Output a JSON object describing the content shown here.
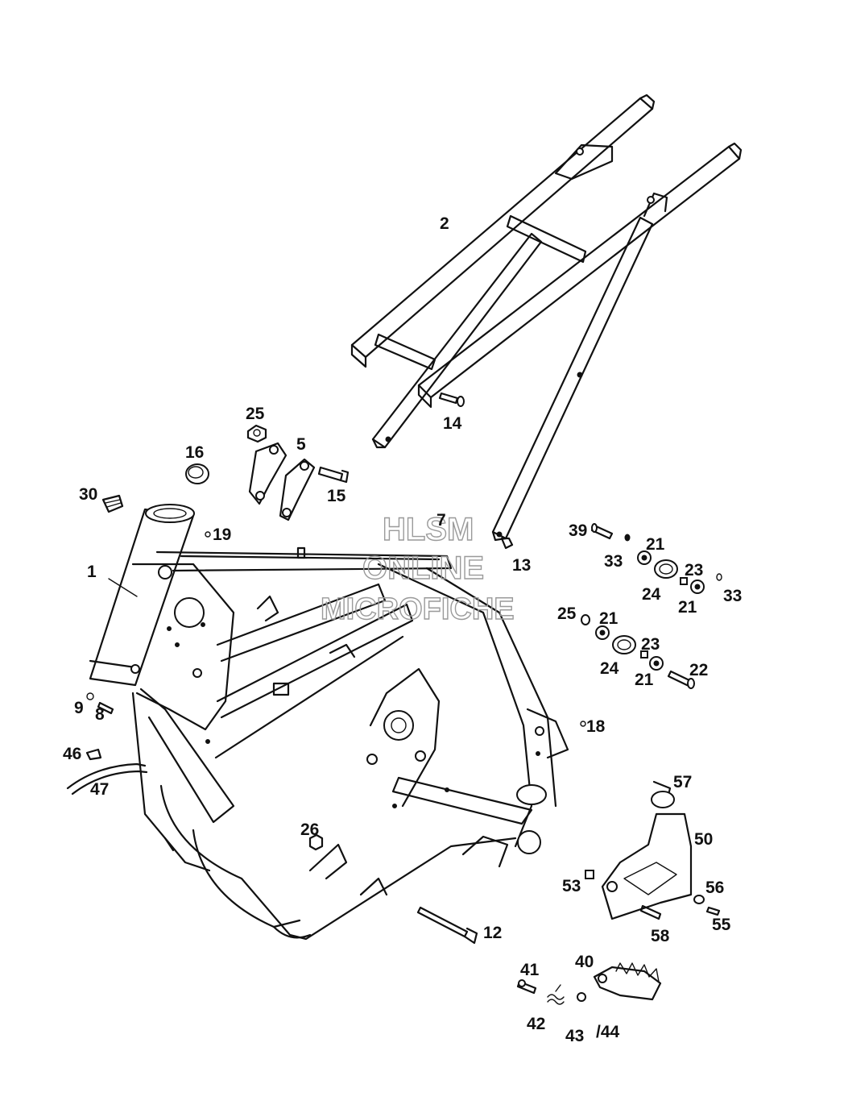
{
  "watermark": {
    "line1": "HLSM",
    "line2": "ONLINE",
    "line3": "MICROFICHE"
  },
  "labels": [
    {
      "id": "1",
      "text": "1"
    },
    {
      "id": "2",
      "text": "2"
    },
    {
      "id": "5",
      "text": "5"
    },
    {
      "id": "7",
      "text": "7"
    },
    {
      "id": "8",
      "text": "8"
    },
    {
      "id": "9",
      "text": "9"
    },
    {
      "id": "12",
      "text": "12"
    },
    {
      "id": "13",
      "text": "13"
    },
    {
      "id": "14",
      "text": "14"
    },
    {
      "id": "15",
      "text": "15"
    },
    {
      "id": "16",
      "text": "16"
    },
    {
      "id": "18",
      "text": "18"
    },
    {
      "id": "19",
      "text": "19"
    },
    {
      "id": "21a",
      "text": "21"
    },
    {
      "id": "21b",
      "text": "21"
    },
    {
      "id": "21c",
      "text": "21"
    },
    {
      "id": "21d",
      "text": "21"
    },
    {
      "id": "22",
      "text": "22"
    },
    {
      "id": "23a",
      "text": "23"
    },
    {
      "id": "23b",
      "text": "23"
    },
    {
      "id": "24a",
      "text": "24"
    },
    {
      "id": "24b",
      "text": "24"
    },
    {
      "id": "25a",
      "text": "25"
    },
    {
      "id": "25b",
      "text": "25"
    },
    {
      "id": "26",
      "text": "26"
    },
    {
      "id": "30",
      "text": "30"
    },
    {
      "id": "33a",
      "text": "33"
    },
    {
      "id": "33b",
      "text": "33"
    },
    {
      "id": "39",
      "text": "39"
    },
    {
      "id": "40",
      "text": "40"
    },
    {
      "id": "41",
      "text": "41"
    },
    {
      "id": "42",
      "text": "42"
    },
    {
      "id": "43",
      "text": "43"
    },
    {
      "id": "44",
      "text": "/44"
    },
    {
      "id": "46",
      "text": "46"
    },
    {
      "id": "47",
      "text": "47"
    },
    {
      "id": "50",
      "text": "50"
    },
    {
      "id": "53",
      "text": "53"
    },
    {
      "id": "55",
      "text": "55"
    },
    {
      "id": "56",
      "text": "56"
    },
    {
      "id": "57",
      "text": "57"
    },
    {
      "id": "58",
      "text": "58"
    }
  ]
}
